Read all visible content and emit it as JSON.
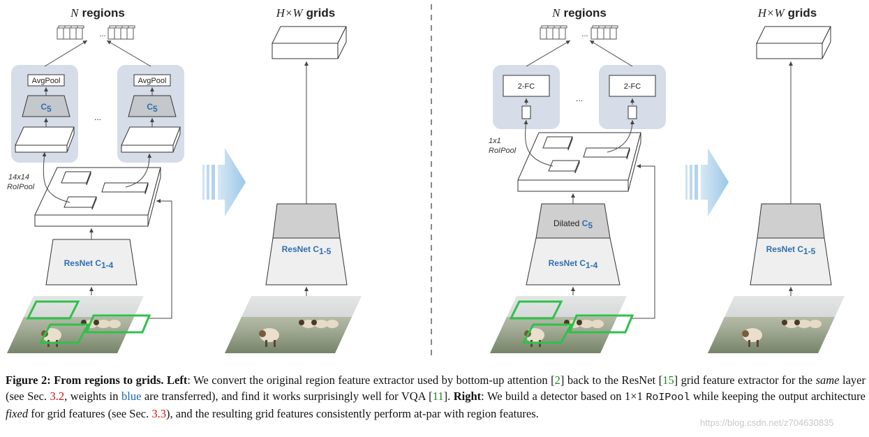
{
  "labels": {
    "n_regions_var": "N",
    "n_regions_word": "regions",
    "grids_var": "H×W",
    "grids_word": "grids",
    "avgpool": "AvgPool",
    "c5": "C",
    "c5_sub": "5",
    "ellipsis": "...",
    "roipool_14": "14x14",
    "roipool_word": "RoIPool",
    "resnet": "ResNet C",
    "resnet_sub_14": "1-4",
    "resnet_sub_15": "1-5",
    "fc2": "2-FC",
    "roipool_1": "1x1",
    "dilated": "Dilated "
  },
  "caption": {
    "fig": "Figure 2:",
    "title": "From regions to grids.",
    "left": "Left",
    "t1": ": We convert the original region feature extractor used by bottom-up attention [",
    "r1": "2",
    "t2": "] back to the ResNet [",
    "r2": "15",
    "t3": "] grid feature extractor for the ",
    "same": "same",
    "t4": " layer (see Sec. ",
    "s1": "3.2",
    "t5": ", weights in ",
    "blue": "blue",
    "t6": " are transferred), and find it works surprisingly well for VQA [",
    "r3": "11",
    "t7": "]. ",
    "right": "Right",
    "t8": ": We build a detector based on 1×1 ",
    "roipool": "RoIPool",
    "t9": " while keeping the output architecture ",
    "fixed": "fixed",
    "t10": " for grid features (see Sec. ",
    "s2": "3.3",
    "t11": "), and the resulting grid features consistently perform at-par with region features."
  },
  "watermark": "https://blog.csdn.net/z704630835",
  "colors": {
    "accent_blue": "#2f6fae",
    "panel_bg": "#d6dde8",
    "arrow_blue": "#a9cce8",
    "box_green": "#2fc04a",
    "ref_red": "#d01010",
    "ref_green": "#1a8a1a"
  }
}
